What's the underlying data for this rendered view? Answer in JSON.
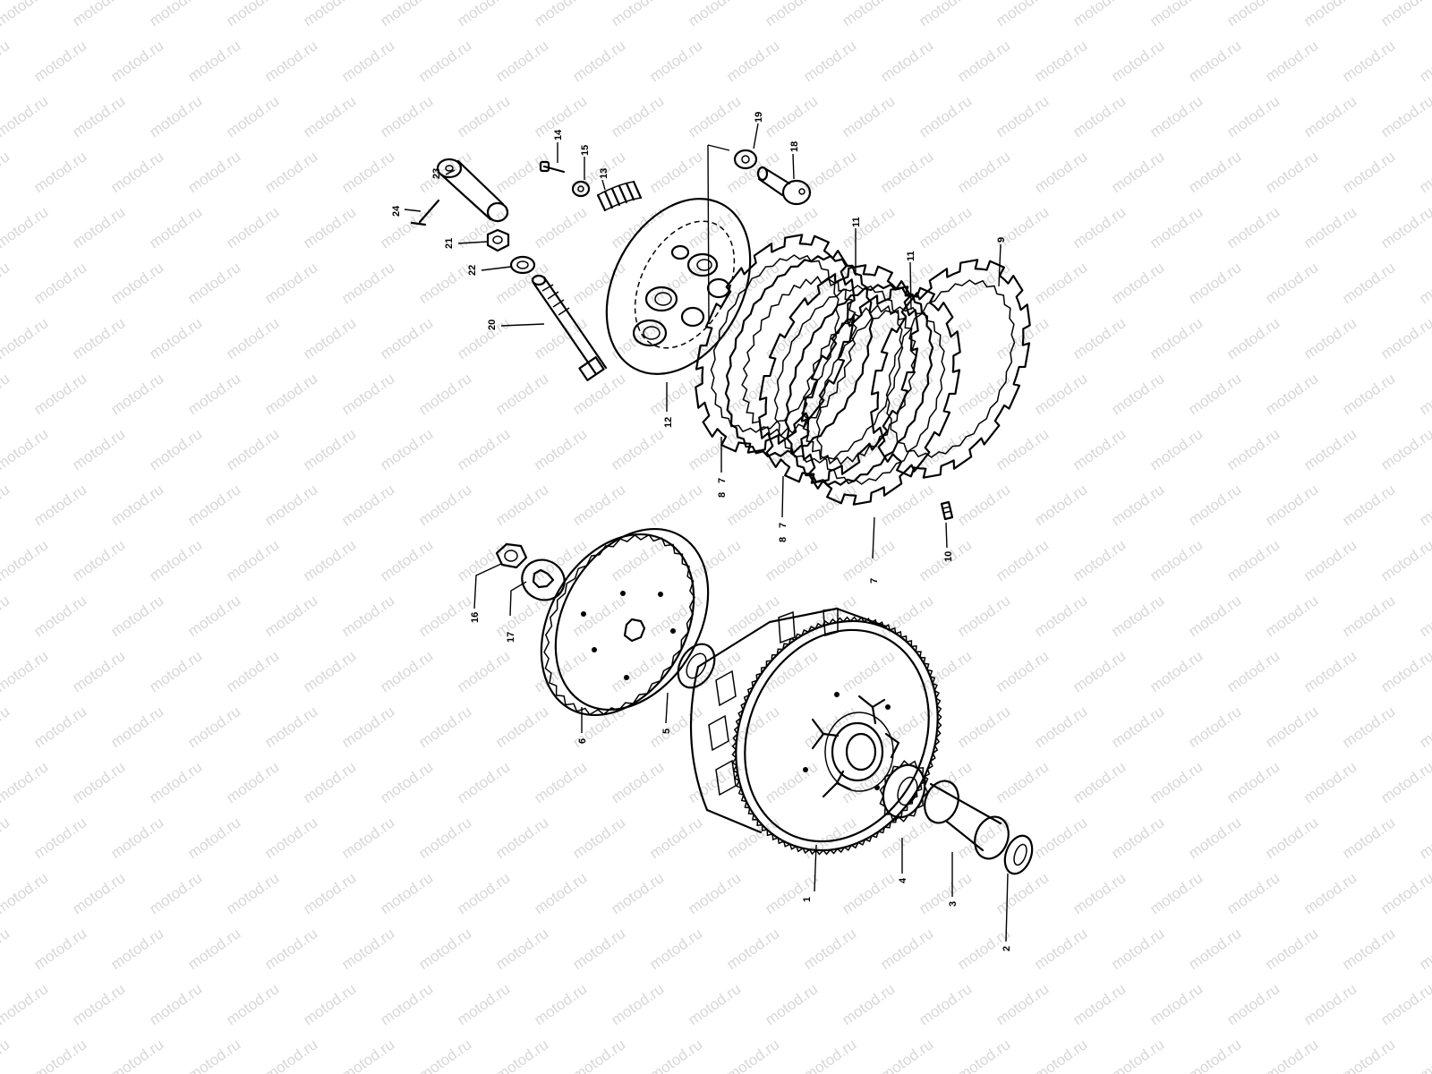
{
  "watermark": "motod.ru",
  "callouts": {
    "p1": "1",
    "p2": "2",
    "p3": "3",
    "p4": "4",
    "p5": "5",
    "p6": "6",
    "p7a": "7",
    "p8a": "8",
    "p7b": "7",
    "p8b": "8",
    "p7c": "7",
    "p9": "9",
    "p10": "10",
    "p11a": "11",
    "p11b": "11",
    "p12": "12",
    "p13": "13",
    "p14": "14",
    "p15": "15",
    "p16": "16",
    "p17": "17",
    "p18": "18",
    "p19": "19",
    "p20": "20",
    "p21": "21",
    "p22": "22",
    "p23": "23",
    "p24": "24"
  },
  "colors": {
    "line": "#000000",
    "watermark": "#d8d8d8",
    "background": "#ffffff"
  }
}
